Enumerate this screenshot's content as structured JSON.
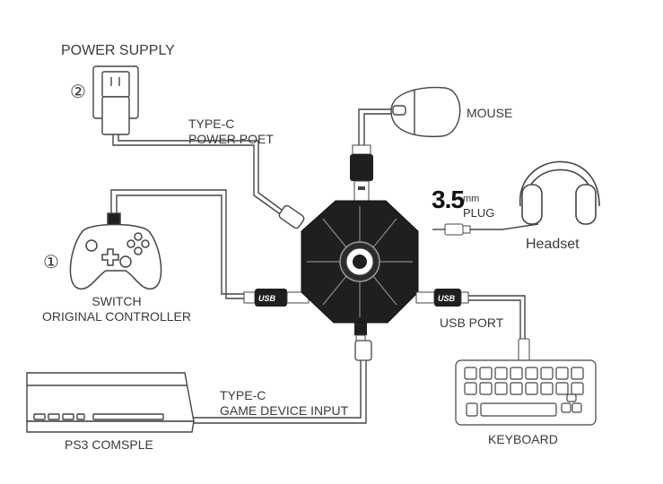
{
  "labels": {
    "power_supply": "POWER SUPPLY",
    "power_num": "②",
    "type_c_power_1": "TYPE-C",
    "type_c_power_2": "POWER POET",
    "mouse": "MOUSE",
    "plug_big": "3.5",
    "plug_mm": "mm",
    "plug_word": "PLUG",
    "headset": "Headset",
    "controller_num": "①",
    "switch_1": "SWITCH",
    "switch_2": "ORIGINAL CONTROLLER",
    "usb_port": "USB PORT",
    "type_c_game_1": "TYPE-C",
    "type_c_game_2": "GAME DEVICE INPUT",
    "ps3": "PS3 COMSPLE",
    "keyboard": "KEYBOARD",
    "usb_tag": "USB"
  },
  "colors": {
    "line": "#444444",
    "hub": "#1f1f1f",
    "outline": "#555555"
  },
  "icons": [
    "power-outlet-icon",
    "mouse-icon",
    "headset-icon",
    "gamepad-icon",
    "console-icon",
    "keyboard-icon",
    "hub-icon",
    "usb-plug-icon",
    "audio-jack-icon",
    "type-c-plug-icon"
  ]
}
